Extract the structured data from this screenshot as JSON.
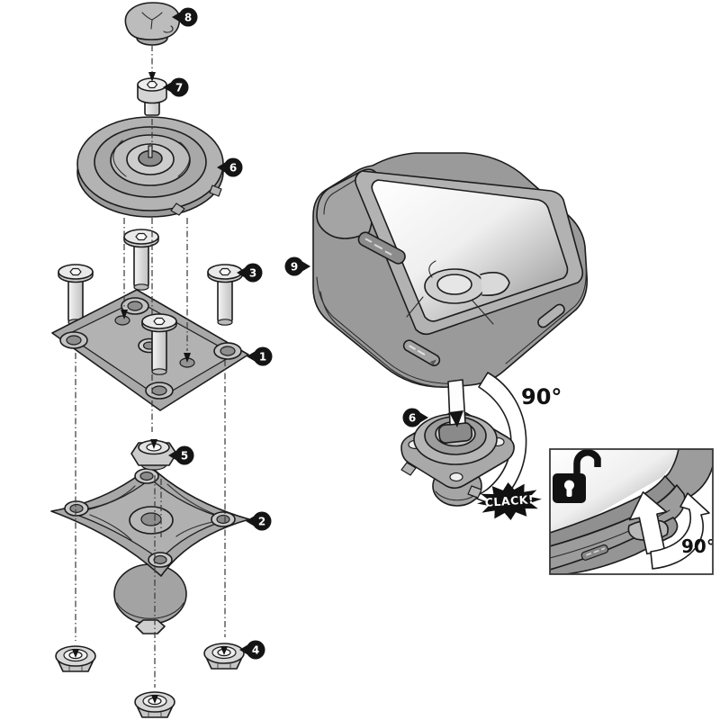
{
  "figure": {
    "kind": "exploded-assembly-diagram",
    "background": "#ffffff"
  },
  "callouts": {
    "c1": {
      "label": "1"
    },
    "c2": {
      "label": "2"
    },
    "c3": {
      "label": "3"
    },
    "c4": {
      "label": "4"
    },
    "c5": {
      "label": "5"
    },
    "c6": {
      "label": "6"
    },
    "c6b": {
      "label": "6"
    },
    "c7": {
      "label": "7"
    },
    "c8": {
      "label": "8"
    },
    "c9": {
      "label": "9"
    }
  },
  "annotations": {
    "rotation_main": "90°",
    "rotation_inset": "90°",
    "sound_effect": "CLACK!"
  },
  "icons": {
    "unlock": "open-padlock-icon",
    "push": "up-arrow-icon",
    "rotate_main": "curved-rotation-arrow-icon",
    "rotate_inset": "curved-rotation-arrow-icon"
  },
  "colors": {
    "outline": "#1c1c1c",
    "part_gray": "#ababab",
    "metal_light": "#e9e9e9",
    "case_gray": "#9a9a9a",
    "screen_highlight": "#ffffff",
    "badge_bg": "#141414",
    "badge_text": "#ffffff",
    "guide_line": "#3d3d3d"
  }
}
